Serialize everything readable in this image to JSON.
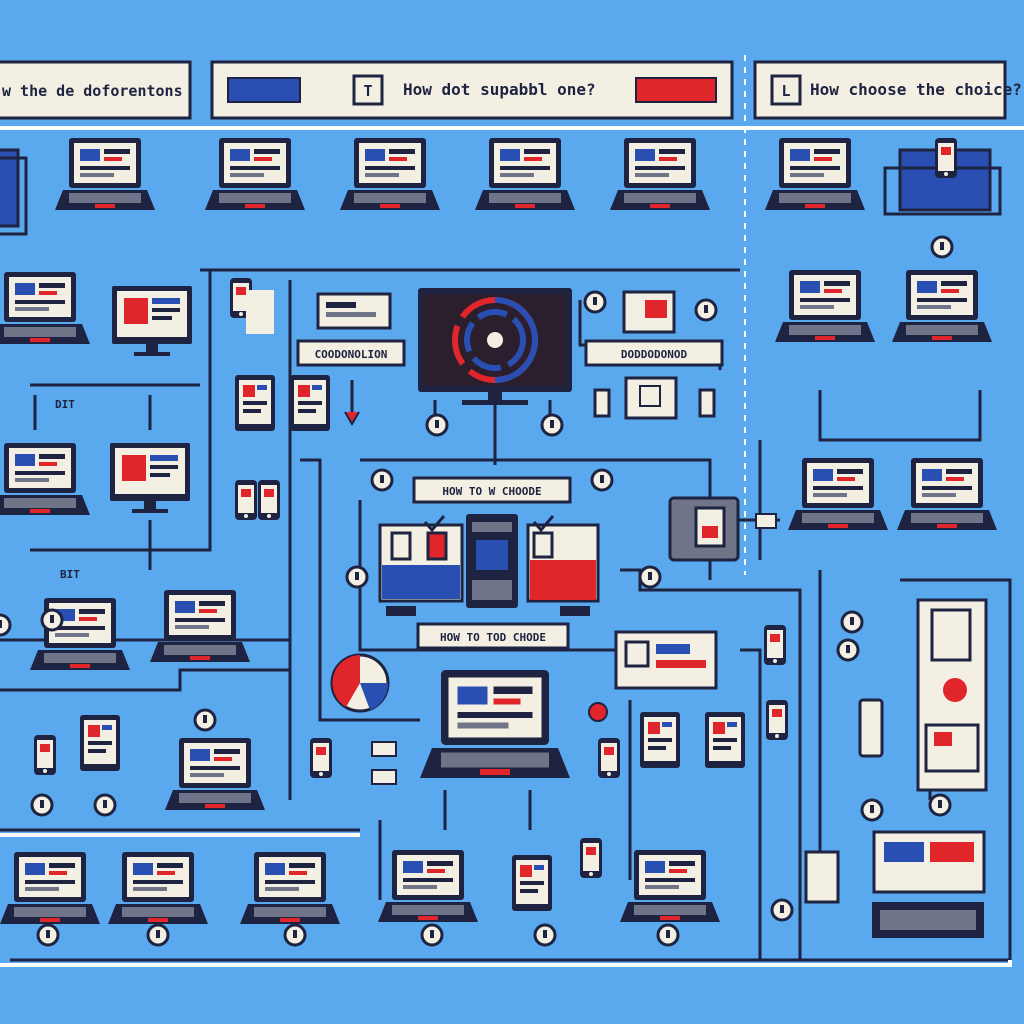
{
  "colors": {
    "background": "#5aa8ee",
    "ink": "#1d2340",
    "line": "#ffffff",
    "panel": "#f3efe2",
    "accent_red": "#e0262b",
    "accent_blue": "#2a4fb3",
    "device_gray": "#6f7488"
  },
  "headers": [
    {
      "text": "w the de doforentons"
    },
    {
      "badge": "T",
      "text": "How dot supabbl one?"
    },
    {
      "badge": "L",
      "text": "How choose the choice?"
    }
  ],
  "labels": {
    "center_left": "COODONOLION",
    "center_right": "DODDODONOD",
    "choose_top": "HOW TO W CHOODE",
    "choose_bottom": "HOW TO TOD CHODE",
    "left_tag_1": "BIT",
    "left_tag_2": "DIT"
  },
  "icons": [
    "laptop-icon",
    "monitor-icon",
    "tablet-icon",
    "phone-icon",
    "server-tower-icon",
    "pie-chart-icon",
    "speech-bubble-icon",
    "check-icon"
  ]
}
